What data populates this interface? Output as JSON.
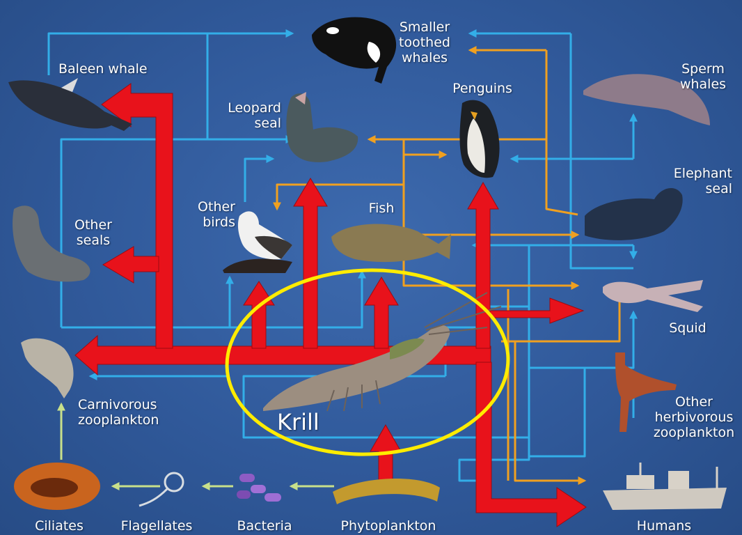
{
  "labels": {
    "smaller_toothed_whales": "Smaller\ntoothed\nwhales",
    "baleen_whale": "Baleen whale",
    "sperm_whales": "Sperm\nwhales",
    "leopard_seal": "Leopard\nseal",
    "penguins": "Penguins",
    "elephant_seal": "Elephant\nseal",
    "other_birds": "Other\nbirds",
    "fish": "Fish",
    "other_seals": "Other\nseals",
    "squid": "Squid",
    "krill": "Krill",
    "carnivorous_zooplankton": "Carnivorous\nzooplankton",
    "other_herbivorous_zooplankton": "Other\nherbivorous\nzooplankton",
    "ciliates": "Ciliates",
    "flagellates": "Flagellates",
    "bacteria": "Bacteria",
    "phytoplankton": "Phytoplankton",
    "humans": "Humans"
  },
  "colors": {
    "background": "#30599a",
    "krill_flow": "#e8121b",
    "blue_flow": "#33aee8",
    "orange_flow": "#f0a020",
    "green_flow": "#c8e08a",
    "highlight_ellipse": "#ffec00"
  }
}
